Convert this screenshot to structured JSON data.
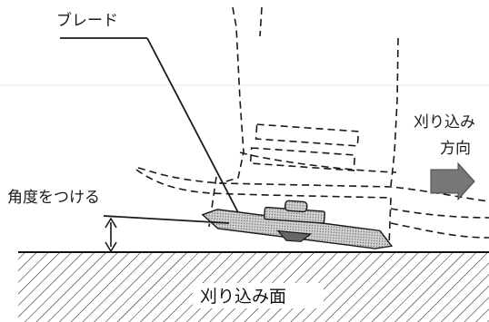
{
  "labels": {
    "blade": "ブレード",
    "mowing_direction_line1": "刈り込み",
    "mowing_direction_line2": "方向",
    "angle": "角度をつける",
    "mowing_surface": "刈り込み面"
  },
  "colors": {
    "line": "#1a1a1a",
    "blade_fill": "#c8c8c8",
    "arrow_fill": "#777777",
    "ground_hatch": "#222222"
  },
  "icons": {
    "direction_arrow": "right-arrow-icon",
    "angle_marker": "double-headed-arrow-icon"
  }
}
